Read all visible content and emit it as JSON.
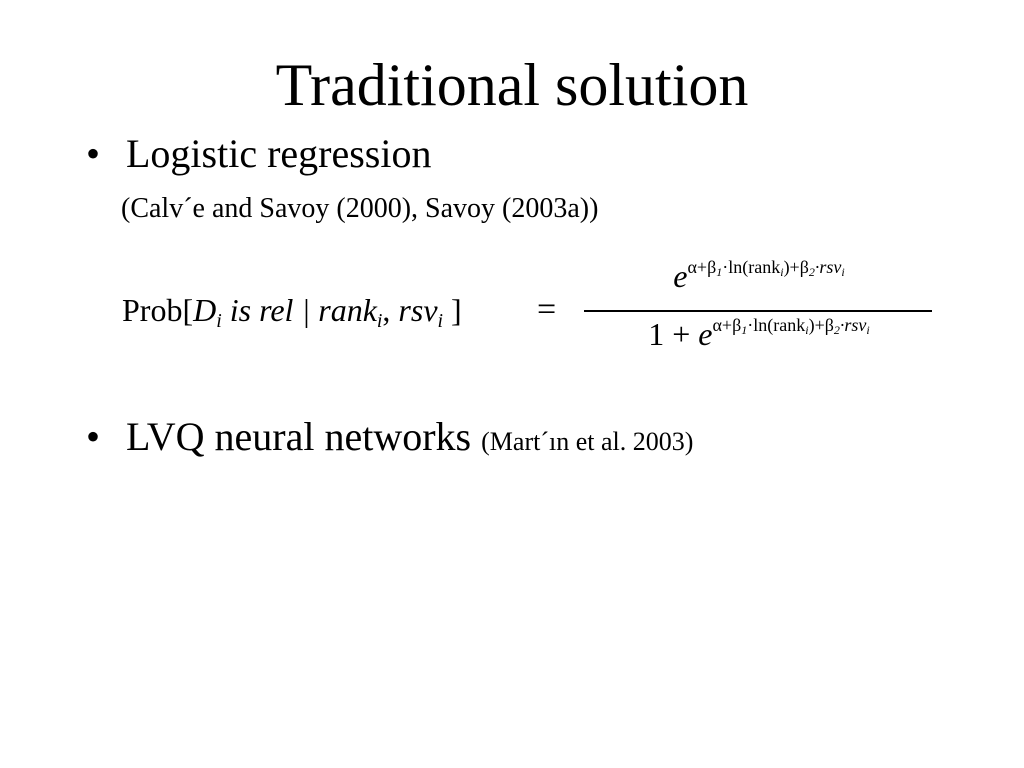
{
  "slide": {
    "title": "Traditional solution",
    "bullets": [
      {
        "marker": "•",
        "text": "Logistic regression",
        "citation": "(Calv´e and Savoy (2000), Savoy (2003a))"
      },
      {
        "marker": "•",
        "text": "LVQ neural networks",
        "citation": "(Mart´ın et al. 2003)"
      }
    ],
    "formula": {
      "prob": "Prob[",
      "d": "D",
      "i": "i",
      "is_rel": " is rel | ",
      "rank": "rank",
      "comma": ", ",
      "rsv": "rsv",
      "close": " ]",
      "equals": "=",
      "e": "e",
      "exponent": {
        "alpha_plus": "α+",
        "beta": "β",
        "one": "1",
        "two": "2",
        "ln_open": "·ln(rank",
        "ln_close": ")+",
        "dot_rsv": "·rsv"
      },
      "one_plus": "1 + "
    }
  }
}
